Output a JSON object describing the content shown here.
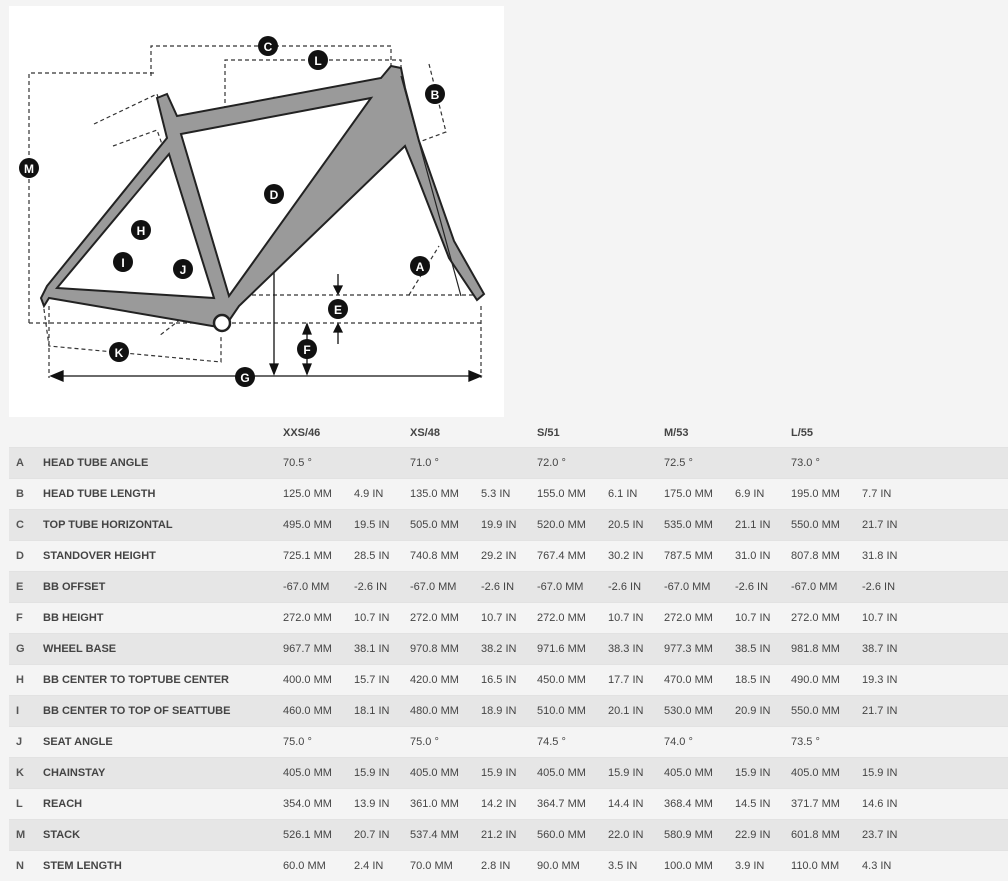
{
  "diagram": {
    "labels": [
      "A",
      "B",
      "C",
      "D",
      "E",
      "F",
      "G",
      "H",
      "I",
      "J",
      "K",
      "L",
      "M"
    ]
  },
  "table": {
    "sizes": [
      "XXS/46",
      "XS/48",
      "S/51",
      "M/53",
      "L/55"
    ],
    "rows": [
      {
        "letter": "A",
        "name": "HEAD TUBE ANGLE",
        "values": [
          [
            "70.5 °",
            ""
          ],
          [
            "71.0 °",
            ""
          ],
          [
            "72.0 °",
            ""
          ],
          [
            "72.5 °",
            ""
          ],
          [
            "73.0 °",
            ""
          ]
        ]
      },
      {
        "letter": "B",
        "name": "HEAD TUBE LENGTH",
        "values": [
          [
            "125.0 MM",
            "4.9 IN"
          ],
          [
            "135.0 MM",
            "5.3 IN"
          ],
          [
            "155.0 MM",
            "6.1 IN"
          ],
          [
            "175.0 MM",
            "6.9 IN"
          ],
          [
            "195.0 MM",
            "7.7 IN"
          ]
        ]
      },
      {
        "letter": "C",
        "name": "TOP TUBE HORIZONTAL",
        "values": [
          [
            "495.0 MM",
            "19.5 IN"
          ],
          [
            "505.0 MM",
            "19.9 IN"
          ],
          [
            "520.0 MM",
            "20.5 IN"
          ],
          [
            "535.0 MM",
            "21.1 IN"
          ],
          [
            "550.0 MM",
            "21.7 IN"
          ]
        ]
      },
      {
        "letter": "D",
        "name": "STANDOVER HEIGHT",
        "values": [
          [
            "725.1 MM",
            "28.5 IN"
          ],
          [
            "740.8 MM",
            "29.2 IN"
          ],
          [
            "767.4 MM",
            "30.2 IN"
          ],
          [
            "787.5 MM",
            "31.0 IN"
          ],
          [
            "807.8 MM",
            "31.8 IN"
          ]
        ]
      },
      {
        "letter": "E",
        "name": "BB OFFSET",
        "values": [
          [
            "-67.0 MM",
            "-2.6 IN"
          ],
          [
            "-67.0 MM",
            "-2.6 IN"
          ],
          [
            "-67.0 MM",
            "-2.6 IN"
          ],
          [
            "-67.0 MM",
            "-2.6 IN"
          ],
          [
            "-67.0 MM",
            "-2.6 IN"
          ]
        ]
      },
      {
        "letter": "F",
        "name": "BB HEIGHT",
        "values": [
          [
            "272.0 MM",
            "10.7 IN"
          ],
          [
            "272.0 MM",
            "10.7 IN"
          ],
          [
            "272.0 MM",
            "10.7 IN"
          ],
          [
            "272.0 MM",
            "10.7 IN"
          ],
          [
            "272.0 MM",
            "10.7 IN"
          ]
        ]
      },
      {
        "letter": "G",
        "name": "WHEEL BASE",
        "values": [
          [
            "967.7 MM",
            "38.1 IN"
          ],
          [
            "970.8 MM",
            "38.2 IN"
          ],
          [
            "971.6 MM",
            "38.3 IN"
          ],
          [
            "977.3 MM",
            "38.5 IN"
          ],
          [
            "981.8 MM",
            "38.7 IN"
          ]
        ]
      },
      {
        "letter": "H",
        "name": "BB CENTER TO TOPTUBE CENTER",
        "values": [
          [
            "400.0 MM",
            "15.7 IN"
          ],
          [
            "420.0 MM",
            "16.5 IN"
          ],
          [
            "450.0 MM",
            "17.7 IN"
          ],
          [
            "470.0 MM",
            "18.5 IN"
          ],
          [
            "490.0 MM",
            "19.3 IN"
          ]
        ]
      },
      {
        "letter": "I",
        "name": "BB CENTER TO TOP OF SEATTUBE",
        "values": [
          [
            "460.0 MM",
            "18.1 IN"
          ],
          [
            "480.0 MM",
            "18.9 IN"
          ],
          [
            "510.0 MM",
            "20.1 IN"
          ],
          [
            "530.0 MM",
            "20.9 IN"
          ],
          [
            "550.0 MM",
            "21.7 IN"
          ]
        ]
      },
      {
        "letter": "J",
        "name": "SEAT ANGLE",
        "values": [
          [
            "75.0 °",
            ""
          ],
          [
            "75.0 °",
            ""
          ],
          [
            "74.5 °",
            ""
          ],
          [
            "74.0 °",
            ""
          ],
          [
            "73.5 °",
            ""
          ]
        ]
      },
      {
        "letter": "K",
        "name": "CHAINSTAY",
        "values": [
          [
            "405.0 MM",
            "15.9 IN"
          ],
          [
            "405.0 MM",
            "15.9 IN"
          ],
          [
            "405.0 MM",
            "15.9 IN"
          ],
          [
            "405.0 MM",
            "15.9 IN"
          ],
          [
            "405.0 MM",
            "15.9 IN"
          ]
        ]
      },
      {
        "letter": "L",
        "name": "REACH",
        "values": [
          [
            "354.0 MM",
            "13.9 IN"
          ],
          [
            "361.0 MM",
            "14.2 IN"
          ],
          [
            "364.7 MM",
            "14.4 IN"
          ],
          [
            "368.4 MM",
            "14.5 IN"
          ],
          [
            "371.7 MM",
            "14.6 IN"
          ]
        ]
      },
      {
        "letter": "M",
        "name": "STACK",
        "values": [
          [
            "526.1 MM",
            "20.7 IN"
          ],
          [
            "537.4 MM",
            "21.2 IN"
          ],
          [
            "560.0 MM",
            "22.0 IN"
          ],
          [
            "580.9 MM",
            "22.9 IN"
          ],
          [
            "601.8 MM",
            "23.7 IN"
          ]
        ]
      },
      {
        "letter": "N",
        "name": "STEM LENGTH",
        "values": [
          [
            "60.0 MM",
            "2.4 IN"
          ],
          [
            "70.0 MM",
            "2.8 IN"
          ],
          [
            "90.0 MM",
            "3.5 IN"
          ],
          [
            "100.0 MM",
            "3.9 IN"
          ],
          [
            "110.0 MM",
            "4.3 IN"
          ]
        ]
      }
    ]
  }
}
